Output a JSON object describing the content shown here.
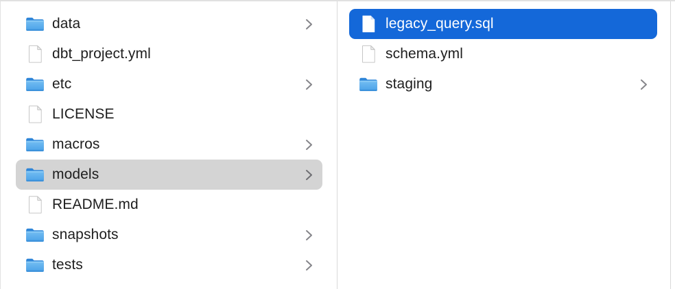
{
  "app": {
    "name": "Finder column view"
  },
  "colors": {
    "selection_blue": "#1468d9",
    "selection_gray": "#d4d4d4",
    "text": "#1e1e1e",
    "selected_text": "#ffffff",
    "chevron": "#85858a",
    "divider": "#d9d9d9",
    "window_border": "#e1e1e1",
    "background": "#ffffff",
    "folder_back": "#2e85d8",
    "folder_front_top": "#74bef2",
    "folder_front_bottom": "#4aa1e8"
  },
  "icons": {
    "folder": "folder-icon",
    "document": "document-icon",
    "chevron": "chevron-right-icon"
  },
  "columns": [
    {
      "id": "left",
      "items": [
        {
          "label": "data",
          "type": "folder",
          "has_chevron": true,
          "selected": "none"
        },
        {
          "label": "dbt_project.yml",
          "type": "file",
          "has_chevron": false,
          "selected": "none"
        },
        {
          "label": "etc",
          "type": "folder",
          "has_chevron": true,
          "selected": "none"
        },
        {
          "label": "LICENSE",
          "type": "file",
          "has_chevron": false,
          "selected": "none"
        },
        {
          "label": "macros",
          "type": "folder",
          "has_chevron": true,
          "selected": "none"
        },
        {
          "label": "models",
          "type": "folder",
          "has_chevron": true,
          "selected": "gray"
        },
        {
          "label": "README.md",
          "type": "file",
          "has_chevron": false,
          "selected": "none"
        },
        {
          "label": "snapshots",
          "type": "folder",
          "has_chevron": true,
          "selected": "none"
        },
        {
          "label": "tests",
          "type": "folder",
          "has_chevron": true,
          "selected": "none"
        }
      ]
    },
    {
      "id": "right",
      "items": [
        {
          "label": "legacy_query.sql",
          "type": "file",
          "has_chevron": false,
          "selected": "blue"
        },
        {
          "label": "schema.yml",
          "type": "file",
          "has_chevron": false,
          "selected": "none"
        },
        {
          "label": "staging",
          "type": "folder",
          "has_chevron": true,
          "selected": "none"
        }
      ]
    }
  ]
}
